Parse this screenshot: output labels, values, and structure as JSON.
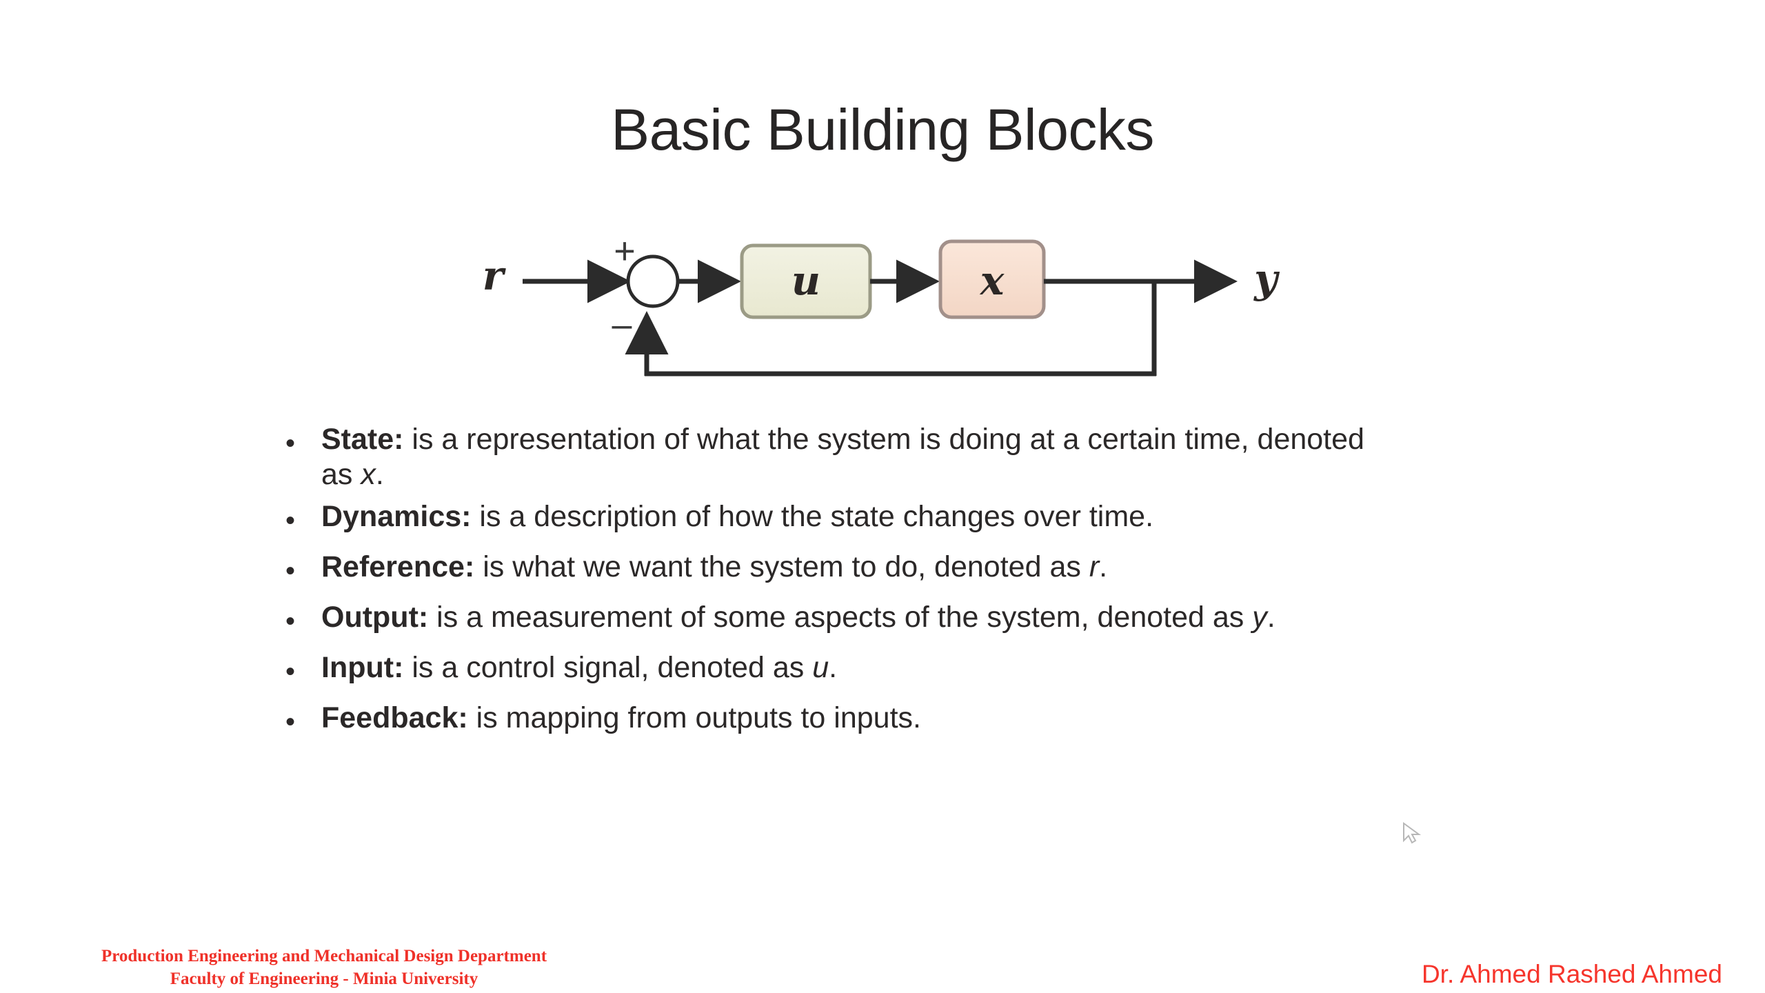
{
  "slide": {
    "title": "Basic Building Blocks"
  },
  "diagram": {
    "name": "feedback-control-block-diagram",
    "reference_label": "r",
    "output_label": "y",
    "plus_sign": "+",
    "minus_sign": "–",
    "blocks": [
      {
        "label": "u",
        "fill": "#eeeedb",
        "stroke": "#9b9b86",
        "role": "input-block"
      },
      {
        "label": "x",
        "fill": "#f7ded0",
        "stroke": "#a9968c",
        "role": "state-block"
      }
    ],
    "summing_junction": "empty-circle",
    "line_color": "#2b2b2b",
    "feedback_label": ""
  },
  "bullets": [
    {
      "marker": "•",
      "term": "State:",
      "body": " is a representation of what the system is doing at a certain time, denoted as ",
      "symbol": "x",
      "end": "."
    },
    {
      "marker": "•",
      "term": "Dynamics:",
      "body": " is a description of how the state changes over time.",
      "symbol": "",
      "end": ""
    },
    {
      "marker": "•",
      "term": "Reference:",
      "body": " is what we want the system to do, denoted as ",
      "symbol": "r",
      "end": "."
    },
    {
      "marker": "•",
      "term": "Output:",
      "body": " is a measurement of some aspects of the system, denoted as ",
      "symbol": "y",
      "end": "."
    },
    {
      "marker": "•",
      "term": "Input:",
      "body": " is a control signal, denoted as ",
      "symbol": "u",
      "end": "."
    },
    {
      "marker": "•",
      "term": "Feedback:",
      "body": " is mapping from outputs to inputs.",
      "symbol": "",
      "end": ""
    }
  ],
  "footer": {
    "department_line1": "Production Engineering and Mechanical Design Department",
    "department_line2": "Faculty of Engineering  -  Minia University",
    "presenter": "Dr. Ahmed Rashed Ahmed",
    "color": "#ef3129"
  }
}
